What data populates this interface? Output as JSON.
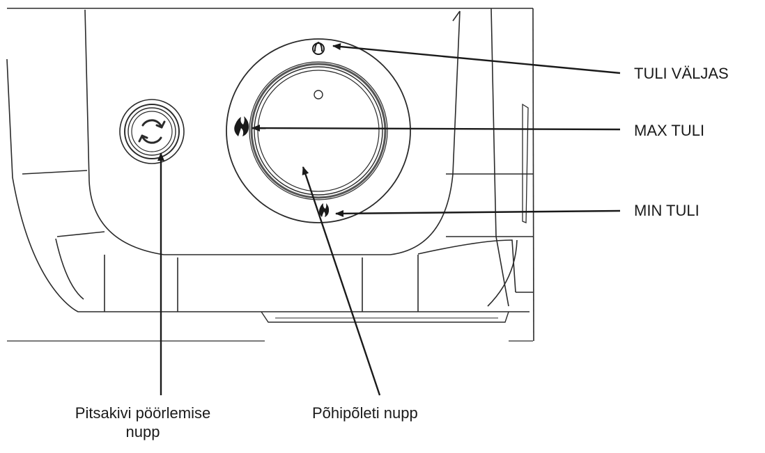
{
  "labels": {
    "flame_off": "TULI VÄLJAS",
    "max_flame": "MAX TULI",
    "min_flame": "MIN TULI",
    "rotation_knob_line1": "Pitsakivi pöörlemise",
    "rotation_knob_line2": "nupp",
    "main_burner_knob": "Põhipõleti nupp"
  },
  "icons": {
    "rotation_knob": "rotate-arrows-icon",
    "flame_off": "flame-off-icon",
    "max_flame": "large-flame-icon",
    "min_flame": "small-flame-icon"
  },
  "colors": {
    "line": "#2a2a2a",
    "background": "#ffffff"
  }
}
